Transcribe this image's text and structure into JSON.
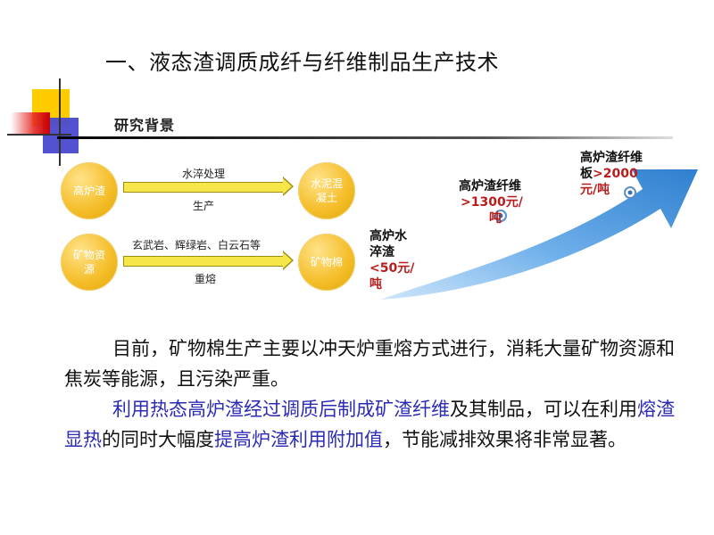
{
  "title": "一、液态渣调质成纤与纤维制品生产技术",
  "section": {
    "label": "研究背景"
  },
  "flow": {
    "row1": {
      "source": "高炉渣",
      "process_top": "水淬处理",
      "process_bottom": "生产",
      "target": "水泥混凝土"
    },
    "row2": {
      "source": "矿物资源",
      "process_top": "玄武岩、辉绿岩、白云石等",
      "process_bottom": "重熔",
      "target": "矿物棉"
    }
  },
  "value_stages": [
    {
      "name": "高炉水淬渣",
      "name_l1": "高炉水",
      "name_l2": "淬渣",
      "price_l1": "<50元/",
      "price_l2": "吨"
    },
    {
      "name": "高炉渣纤维",
      "price_l1": ">1300元/",
      "price_l2": "吨"
    },
    {
      "name_l1": "高炉渣纤维",
      "name_l2": "板",
      "price_inline": ">2000",
      "price_l2": "元/吨"
    }
  ],
  "body": {
    "p1": "目前，矿物棉生产主要以冲天炉重熔方式进行，消耗大量矿物资源和焦炭等能源，且污染严重。",
    "p2_a": "利用热态高炉渣经过调质后制成矿渣纤维",
    "p2_b": "及其制品，可以在利用",
    "p2_c": "熔渣显热",
    "p2_d": "的同时大幅度",
    "p2_e": "提高炉渣利用附加值",
    "p2_f": "，节能减排效果将非常显著。"
  },
  "colors": {
    "highlight": "#2b2bb5",
    "price_red": "#b81d1d",
    "arrow_blue": "#3a8ad6",
    "circle_gold": "#f5bf2d"
  }
}
